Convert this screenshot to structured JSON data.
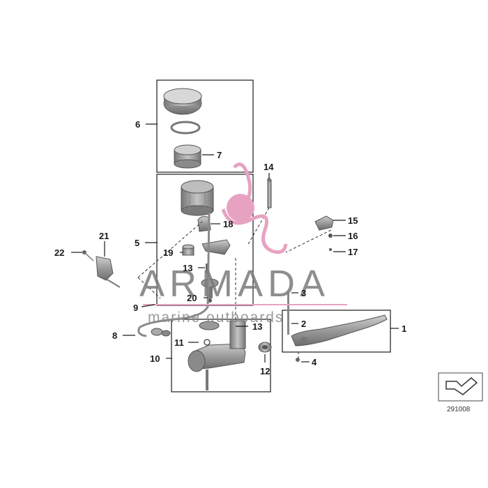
{
  "callouts": [
    {
      "id": "1",
      "label": "1"
    },
    {
      "id": "2",
      "label": "2"
    },
    {
      "id": "3",
      "label": "3"
    },
    {
      "id": "4",
      "label": "4"
    },
    {
      "id": "5",
      "label": "5"
    },
    {
      "id": "6",
      "label": "6"
    },
    {
      "id": "7",
      "label": "7"
    },
    {
      "id": "8",
      "label": "8"
    },
    {
      "id": "9",
      "label": "9"
    },
    {
      "id": "10",
      "label": "10"
    },
    {
      "id": "11",
      "label": "11"
    },
    {
      "id": "12",
      "label": "12"
    },
    {
      "id": "13a",
      "label": "13"
    },
    {
      "id": "13b",
      "label": "13"
    },
    {
      "id": "14",
      "label": "14"
    },
    {
      "id": "15",
      "label": "15"
    },
    {
      "id": "16",
      "label": "16"
    },
    {
      "id": "17",
      "label": "17"
    },
    {
      "id": "18",
      "label": "18"
    },
    {
      "id": "19",
      "label": "19"
    },
    {
      "id": "20",
      "label": "20"
    },
    {
      "id": "21",
      "label": "21"
    },
    {
      "id": "22",
      "label": "22"
    }
  ],
  "watermark": {
    "brand": "ARMADA",
    "tagline": "marine outboards",
    "logo_color": "#e7a2c2"
  },
  "reference_number": "291008",
  "colors": {
    "line": "#1a1a1a",
    "part_fill": "#9a9a9a",
    "part_dark": "#6e6e6e",
    "part_light": "#c9c9c9"
  }
}
